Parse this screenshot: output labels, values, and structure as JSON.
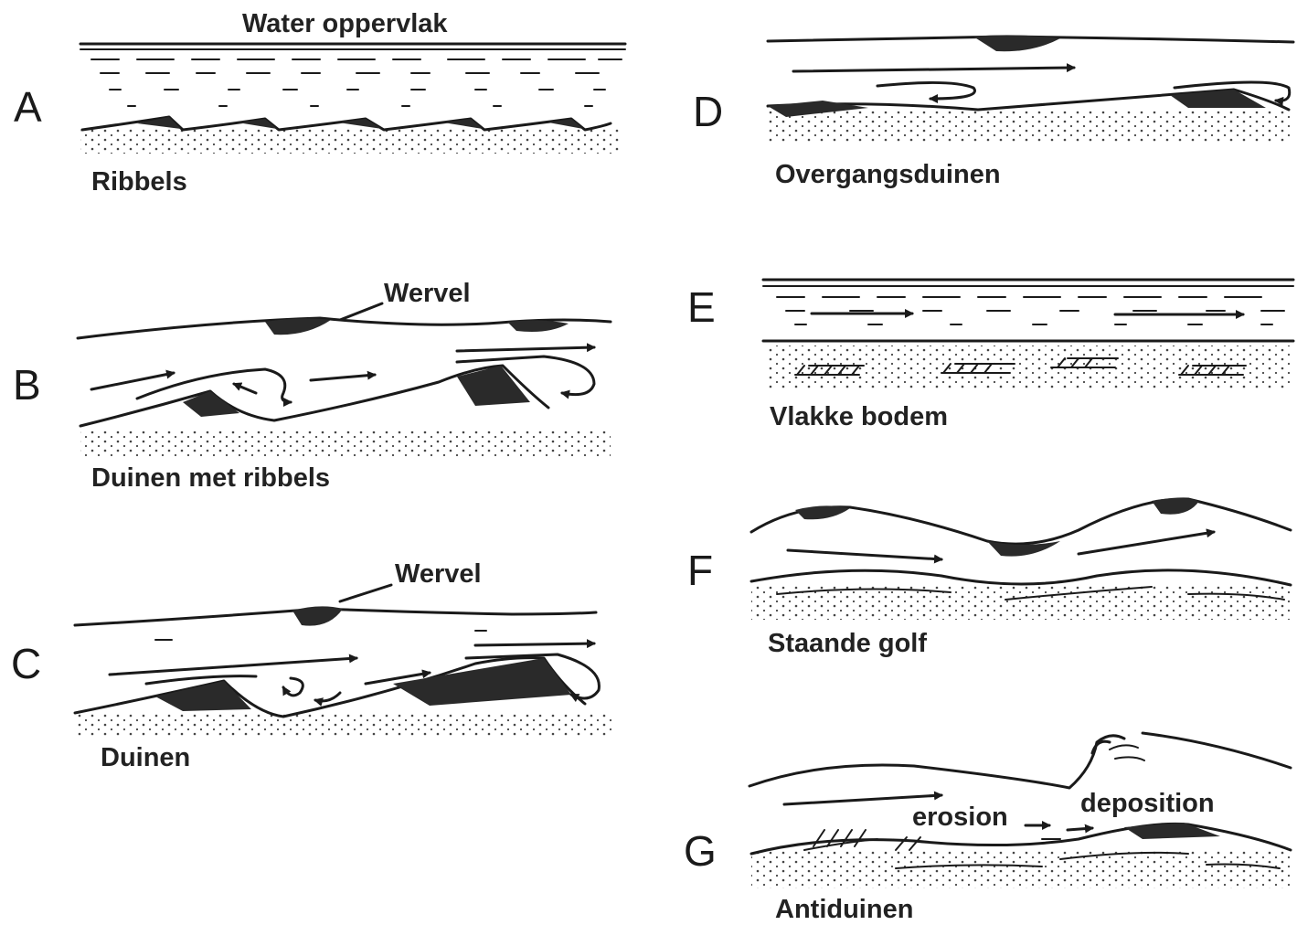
{
  "panels": {
    "A": {
      "letter": "A",
      "caption": "Ribbels",
      "top_label": "Water oppervlak"
    },
    "B": {
      "letter": "B",
      "caption": "Duinen met ribbels",
      "note": "Wervel"
    },
    "C": {
      "letter": "C",
      "caption": "Duinen",
      "note": "Wervel"
    },
    "D": {
      "letter": "D",
      "caption": "Overgangsduinen"
    },
    "E": {
      "letter": "E",
      "caption": "Vlakke bodem"
    },
    "F": {
      "letter": "F",
      "caption": "Staande golf"
    },
    "G": {
      "letter": "G",
      "caption": "Antiduinen",
      "erosion": "erosion",
      "deposition": "deposition"
    }
  }
}
